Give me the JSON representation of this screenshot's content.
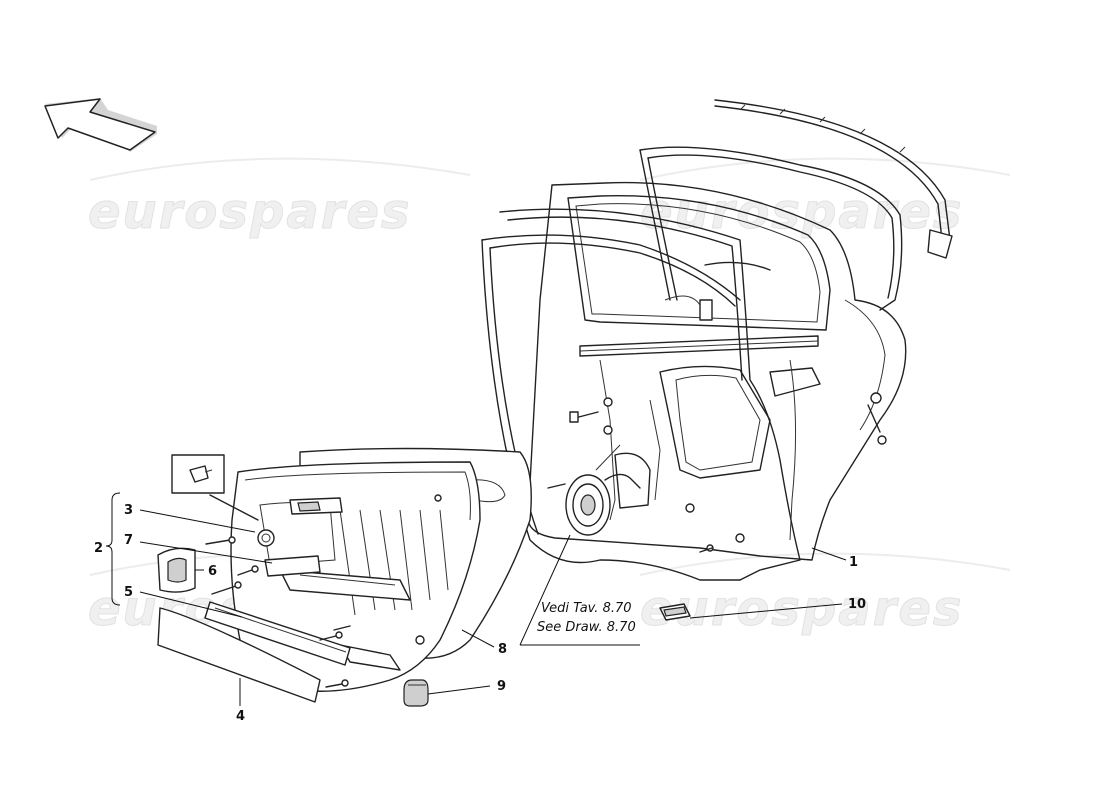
{
  "watermark": {
    "text": "eurospares",
    "instances": 4
  },
  "callouts": [
    {
      "id": "1",
      "label": "1"
    },
    {
      "id": "2",
      "label": "2"
    },
    {
      "id": "3",
      "label": "3"
    },
    {
      "id": "4",
      "label": "4"
    },
    {
      "id": "5",
      "label": "5"
    },
    {
      "id": "6",
      "label": "6"
    },
    {
      "id": "7",
      "label": "7"
    },
    {
      "id": "8",
      "label": "8"
    },
    {
      "id": "9",
      "label": "9"
    },
    {
      "id": "10",
      "label": "10"
    }
  ],
  "reference_note": {
    "line1": "Vedi Tav. 8.70",
    "line2": "See Draw. 8.70"
  }
}
